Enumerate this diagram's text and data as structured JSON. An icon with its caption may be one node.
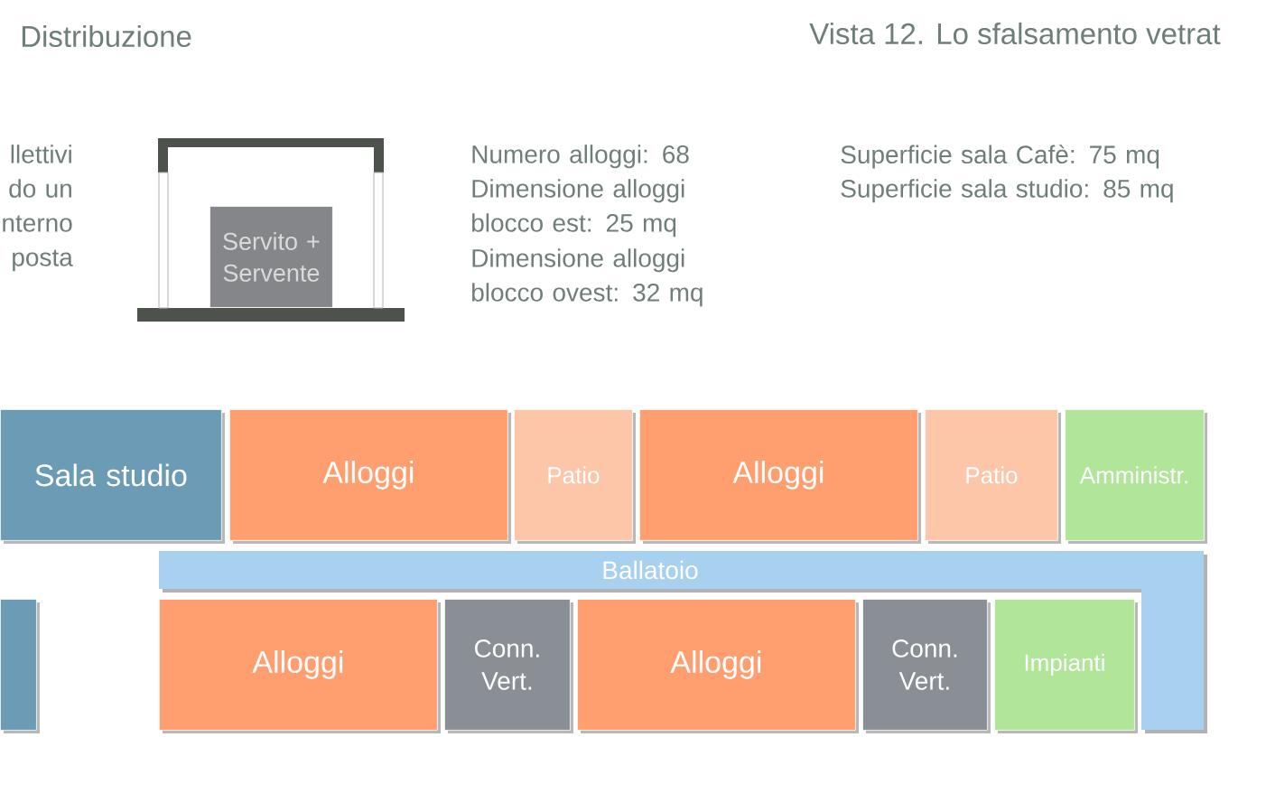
{
  "diagram": {
    "title": "Distribuzione",
    "nodes": [
      {
        "text": [
          "Servito + Servente"
        ]
      },
      {
        "text": [
          "Sala studio"
        ]
      },
      {
        "text": [
          "Alloggi"
        ]
      },
      {
        "text": [
          "Patio"
        ]
      },
      {
        "text": [
          "Alloggi"
        ]
      },
      {
        "text": [
          "Patio"
        ]
      },
      {
        "text": [
          "Amministr."
        ]
      },
      {
        "text": [
          "Ballatoio"
        ]
      },
      {
        "text": [],
        "shape": "box"
      },
      {
        "text": [
          "Alloggi"
        ]
      },
      {
        "text": [
          "Conn. Vert."
        ]
      },
      {
        "text": [
          "Alloggi"
        ]
      },
      {
        "text": [
          "Conn. Vert."
        ]
      },
      {
        "text": [
          "Impianti"
        ]
      }
    ],
    "labels": [
      "Vista 12. Lo sfalsamento vetrat",
      "llettivi do un nterno posta",
      "Numero alloggi: 68",
      "Dimensione alloggi blocco est: 25 mq",
      "Dimensione alloggi blocco ovest: 32 mq",
      "Superficie sala Cafè: 75 mq",
      "Superficie sala studio: 85 mq"
    ]
  }
}
